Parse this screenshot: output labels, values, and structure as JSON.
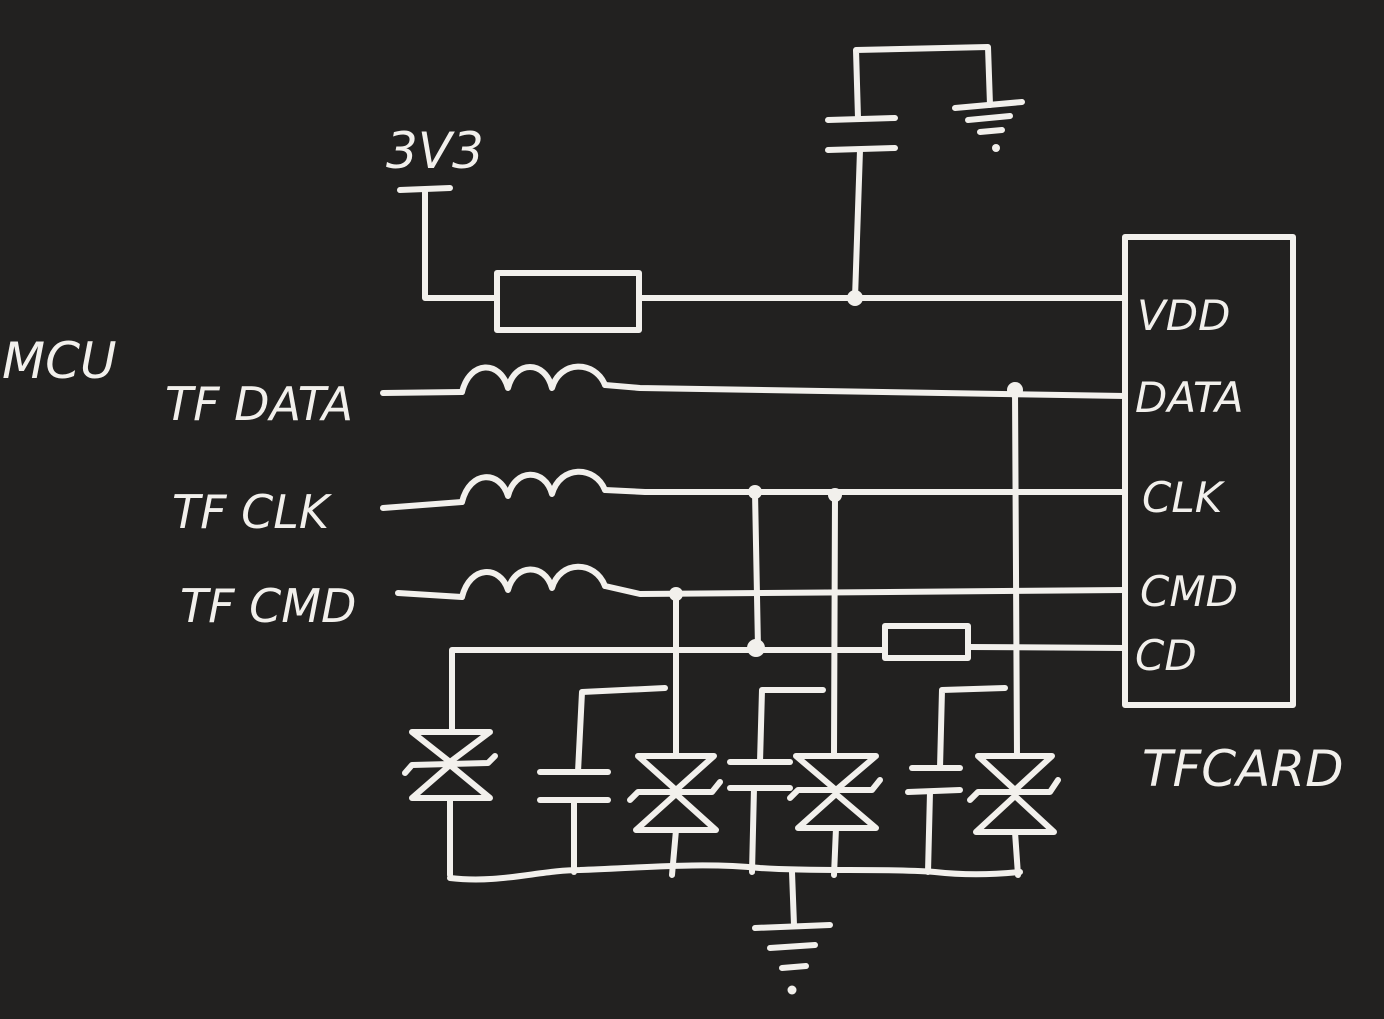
{
  "labels": {
    "mcu": "MCU",
    "supply": "3V3",
    "tf_data": "TF DATA",
    "tf_clk": "TF CLK",
    "tf_cmd": "TF CMD",
    "tf_card": "TFCARD"
  },
  "card_pins": {
    "vdd": "VDD",
    "data": "DATA",
    "clk": "CLK",
    "cmd": "CMD",
    "cd": "CD"
  },
  "colors": {
    "background": "#222120",
    "ink": "#f2f0ec"
  }
}
